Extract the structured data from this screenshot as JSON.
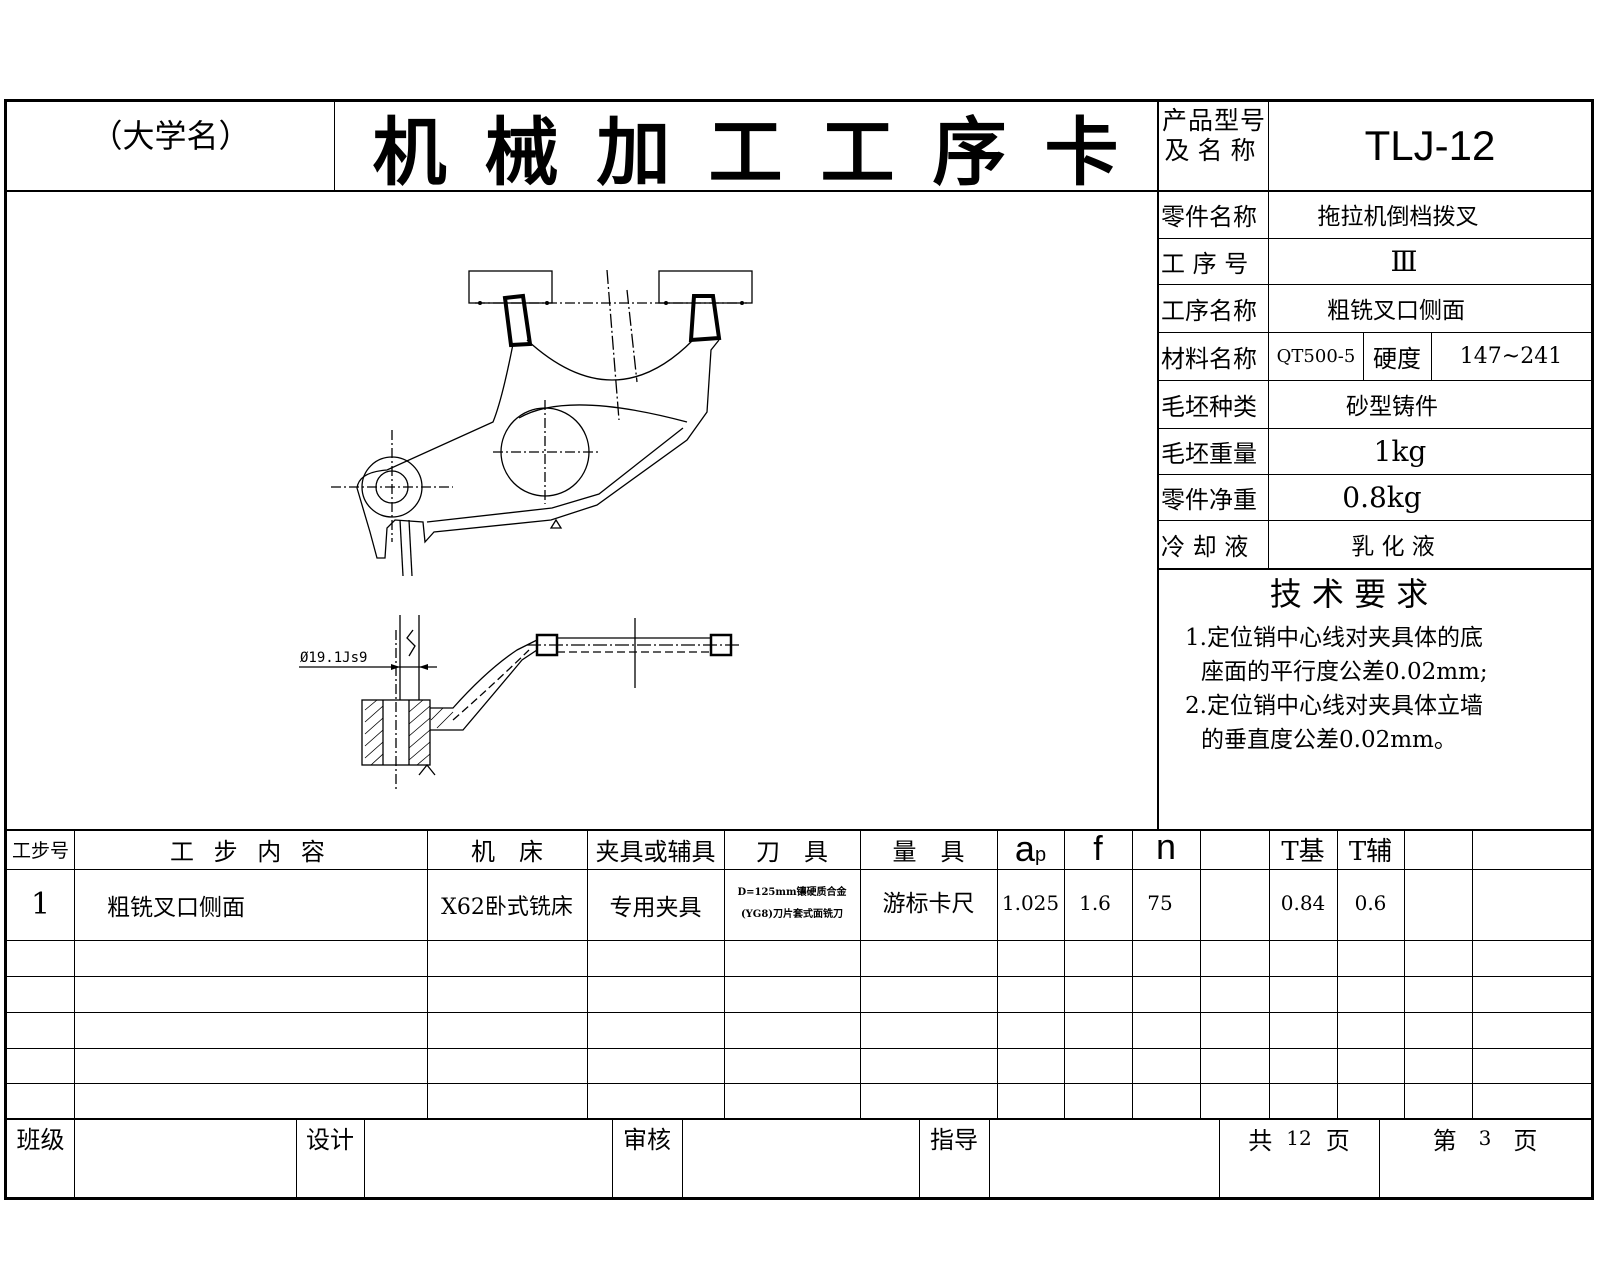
{
  "header": {
    "university": "（大学名）",
    "title": "机械加工工序卡",
    "product_label_1": "产品型号",
    "product_label_2": "及名称",
    "product_value": "TLJ-12"
  },
  "info": {
    "part_name_label": "零件名称",
    "part_name_value": "拖拉机倒档拨叉",
    "process_no_label": "工 序 号",
    "process_no_value": "Ⅲ",
    "process_name_label": "工序名称",
    "process_name_value": "粗铣叉口侧面",
    "material_label": "材料名称",
    "material_value": "QT500-5",
    "hardness_label": "硬度",
    "hardness_value": "147~241",
    "blank_type_label": "毛坯种类",
    "blank_type_value": "砂型铸件",
    "blank_weight_label": "毛坯重量",
    "blank_weight_value": "1kg",
    "net_weight_label": "零件净重",
    "net_weight_value": "0.8kg",
    "coolant_label": "冷 却 液",
    "coolant_value": "乳 化 液"
  },
  "requirements": {
    "title": "技 术 要 求",
    "line1": "1.定位销中心线对夹具体的底",
    "line2": "座面的平行度公差0.02mm;",
    "line3": "2.定位销中心线对夹具体立墙",
    "line4": "的垂直度公差0.02mm。"
  },
  "drawing": {
    "dimension_label": "Ø19.1Js9"
  },
  "steps_table": {
    "headers": {
      "step_no": "工步号",
      "content": "工 步 内 容",
      "machine": "机　床",
      "fixture": "夹具或辅具",
      "tool": "刀　具",
      "gauge": "量　具",
      "ap_main": "a",
      "ap_sub": "p",
      "f": "f",
      "n": "n",
      "t_base": "T基",
      "t_aux": "T辅"
    },
    "rows": [
      {
        "step_no": "1",
        "content": "粗铣叉口侧面",
        "machine": "X62卧式铣床",
        "fixture": "专用夹具",
        "tool_line1": "D=125mm镶硬质合金",
        "tool_line2": "(YG8)刀片套式面铣刀",
        "gauge": "游标卡尺",
        "ap": "1.025",
        "f": "1.6",
        "n": "75",
        "t_base": "0.84",
        "t_aux": "0.6"
      }
    ]
  },
  "footer": {
    "class_label": "班级",
    "design_label": "设计",
    "review_label": "审核",
    "guide_label": "指导",
    "total_prefix": "共",
    "total_pages": "12",
    "total_suffix": "页",
    "page_prefix": "第",
    "page_no": "3",
    "page_suffix": "页"
  }
}
